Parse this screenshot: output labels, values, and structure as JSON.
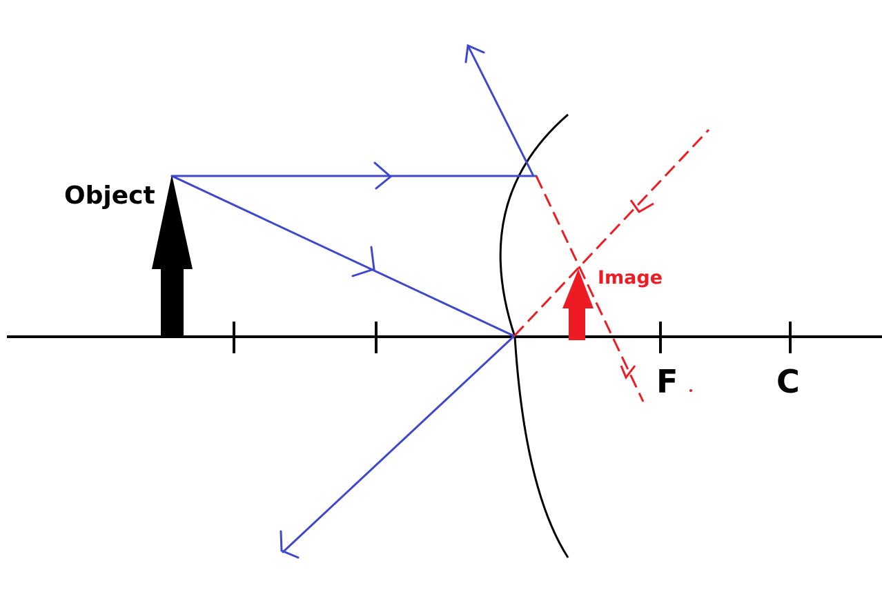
{
  "labels": {
    "object": "Object",
    "image": "Image",
    "focus": "F",
    "center": "C"
  },
  "colors": {
    "axis": "#000000",
    "mirror": "#000000",
    "object_arrow": "#000000",
    "incident_rays": "#3f48cc",
    "virtual_rays": "#ed1c24",
    "image_arrow": "#ed1c24",
    "text": "#000000",
    "image_text": "#ed1c24"
  }
}
